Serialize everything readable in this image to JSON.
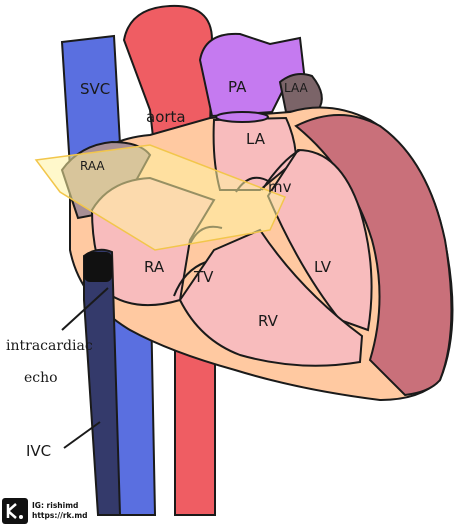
{
  "colors": {
    "svc": "#5a6fe0",
    "aorta": "#ef5d63",
    "pa": "#c57af0",
    "myocardium": "#ffc9a1",
    "lv_wall": "#c9707a",
    "chamber": "#f8bcbd",
    "laa": "#7b6468",
    "raa": "#a88f95",
    "probe": "#343a6b",
    "echo_plane": "#fff3a0"
  },
  "labels": {
    "svc": "SVC",
    "aorta": "aorta",
    "pa": "PA",
    "laa": "LAA",
    "la": "LA",
    "raa": "RAA",
    "mv": "mv",
    "ra": "RA",
    "tv": "TV",
    "lv": "LV",
    "rv": "RV",
    "ice_line1": "intracardiac",
    "ice_line2": "echo",
    "ivc": "IVC"
  },
  "credit": {
    "handle": "IG: rishimd",
    "url": "https://rk.md"
  }
}
